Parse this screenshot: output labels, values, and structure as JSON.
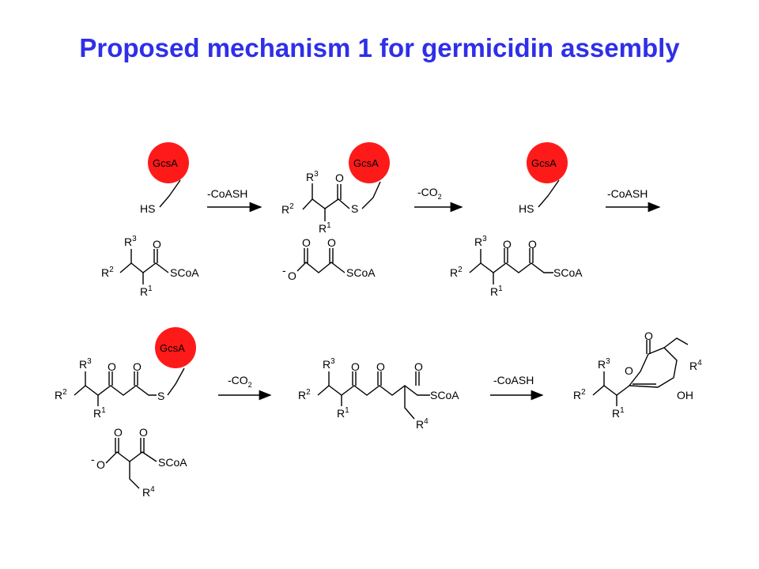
{
  "title": "Proposed mechanism 1 for germicidin assembly",
  "enzyme": {
    "label": "GcsA",
    "color": "#ff1a1a"
  },
  "atoms": {
    "HS": "HS",
    "S": "S",
    "O": "O",
    "OH": "OH",
    "SCoA": "SCoA",
    "O_anion": "O",
    "minus": "-",
    "R": "R",
    "n1": "1",
    "n2": "2",
    "n3": "3",
    "n4": "4"
  },
  "reagents": {
    "coash_1": "-CoASH",
    "co2_1": "-CO",
    "co2_1_sub": "2",
    "coash_2": "-CoASH",
    "co2_2": "-CO",
    "co2_2_sub": "2",
    "coash_3": "-CoASH"
  },
  "colors": {
    "title": "#2f2fe8",
    "enzyme": "#ff1a1a"
  }
}
